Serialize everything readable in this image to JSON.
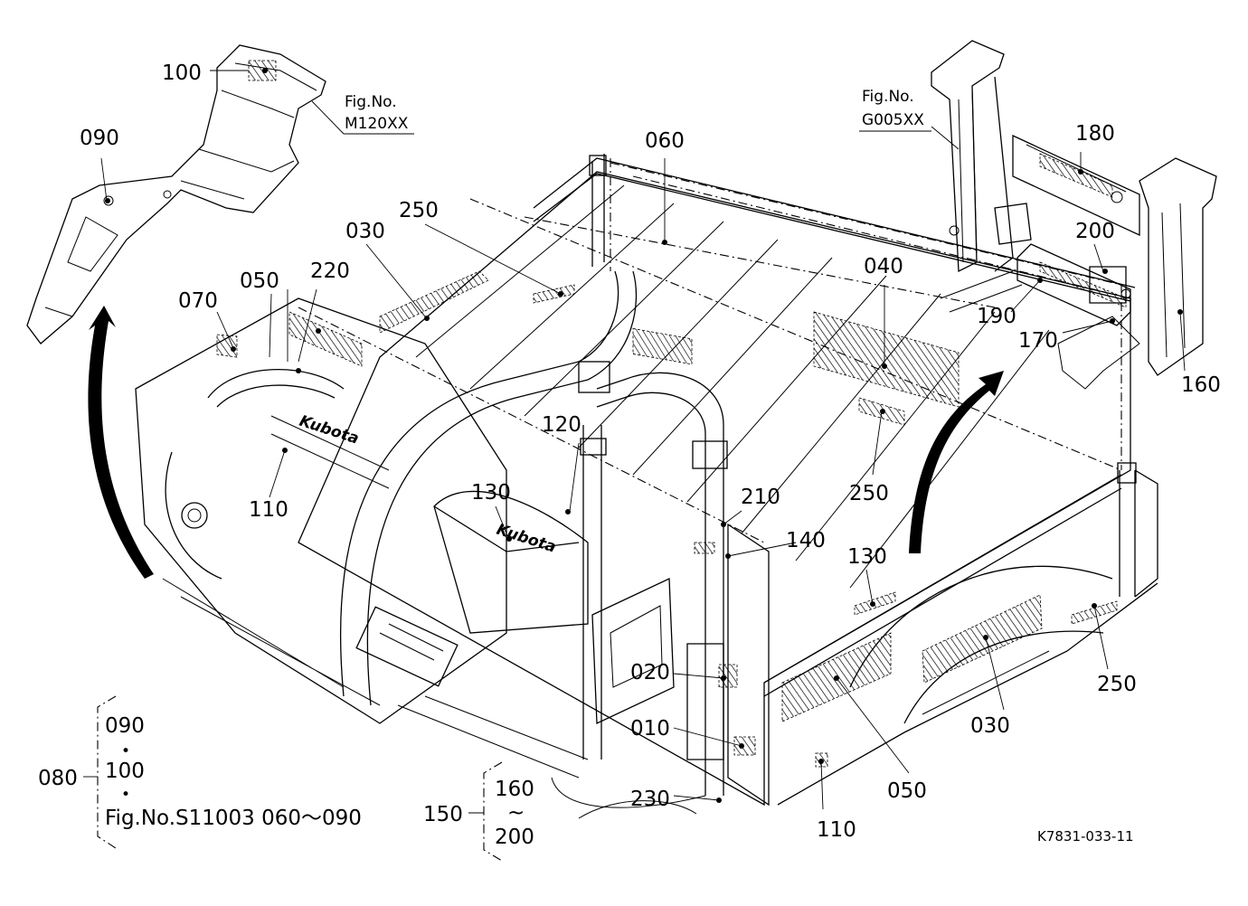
{
  "fig_refs": {
    "top": {
      "line1": "Fig.No.",
      "line2": "M120XX"
    },
    "right": {
      "line1": "Fig.No.",
      "line2": "G005XX"
    }
  },
  "labels": {
    "p100": "100",
    "p090": "090",
    "p060": "060",
    "p180": "180",
    "p250_a": "250",
    "p030_a": "030",
    "p220": "220",
    "p050_a": "050",
    "p070": "070",
    "p040": "040",
    "p200": "200",
    "p190": "190",
    "p170": "170",
    "p160": "160",
    "p120": "120",
    "p110_a": "110",
    "p130_a": "130",
    "p210": "210",
    "p250_b": "250",
    "p140": "140",
    "p130_b": "130",
    "p020": "020",
    "p010": "010",
    "p250_c": "250",
    "p030_b": "030",
    "p050_b": "050",
    "p230": "230",
    "p110_b": "110"
  },
  "group_080": {
    "label": "080",
    "item1": "090",
    "bullet1": "•",
    "item2": "100",
    "bullet2": "•",
    "item3": "Fig.No.S11003  060～090"
  },
  "group_150": {
    "label": "150",
    "from": "160",
    "tilde": "~",
    "to": "200"
  },
  "drawing_code": "K7831-033-11",
  "brand_marks": [
    "Kubota",
    "Kubota"
  ]
}
